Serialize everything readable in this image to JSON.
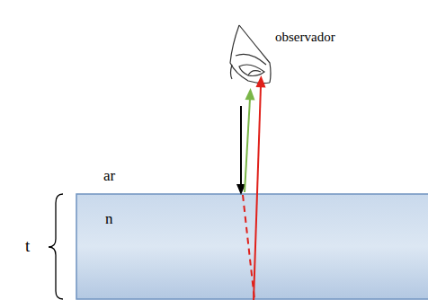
{
  "diagram": {
    "labels": [
      "observador",
      "ar",
      "n",
      "t"
    ]
  }
}
